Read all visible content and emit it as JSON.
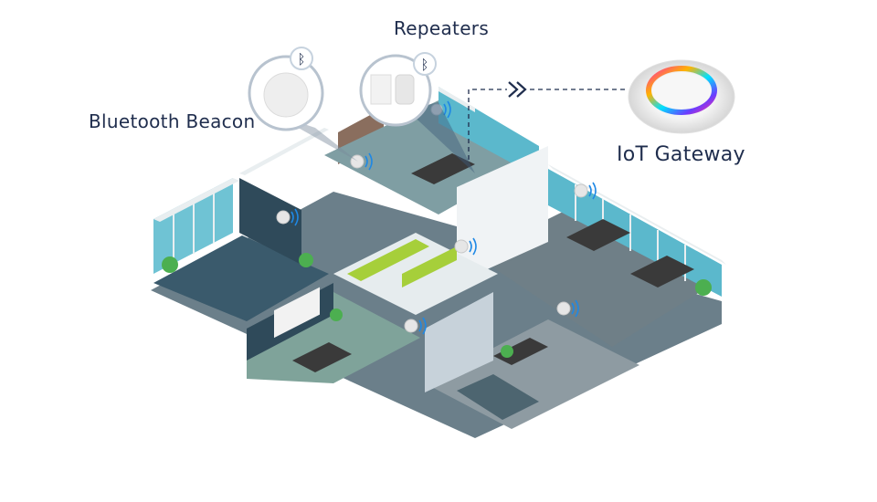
{
  "labels": {
    "beacon": "Bluetooth Beacon",
    "repeaters": "Repeaters",
    "gateway": "IoT Gateway"
  },
  "icons": {
    "beacon_badge": "bluetooth-icon",
    "repeater_badge": "bluetooth-icon",
    "flow_arrow": "double-chevron-right-icon",
    "signal": "wifi-signal-icon"
  },
  "colors": {
    "text": "#1f2d4d",
    "window": "#5bb8cc",
    "floor": "#8e9ba2",
    "dark_wall": "#2f4a5a",
    "kitchen_green": "#a6cf3a",
    "signal_blue": "#1e88e5"
  }
}
